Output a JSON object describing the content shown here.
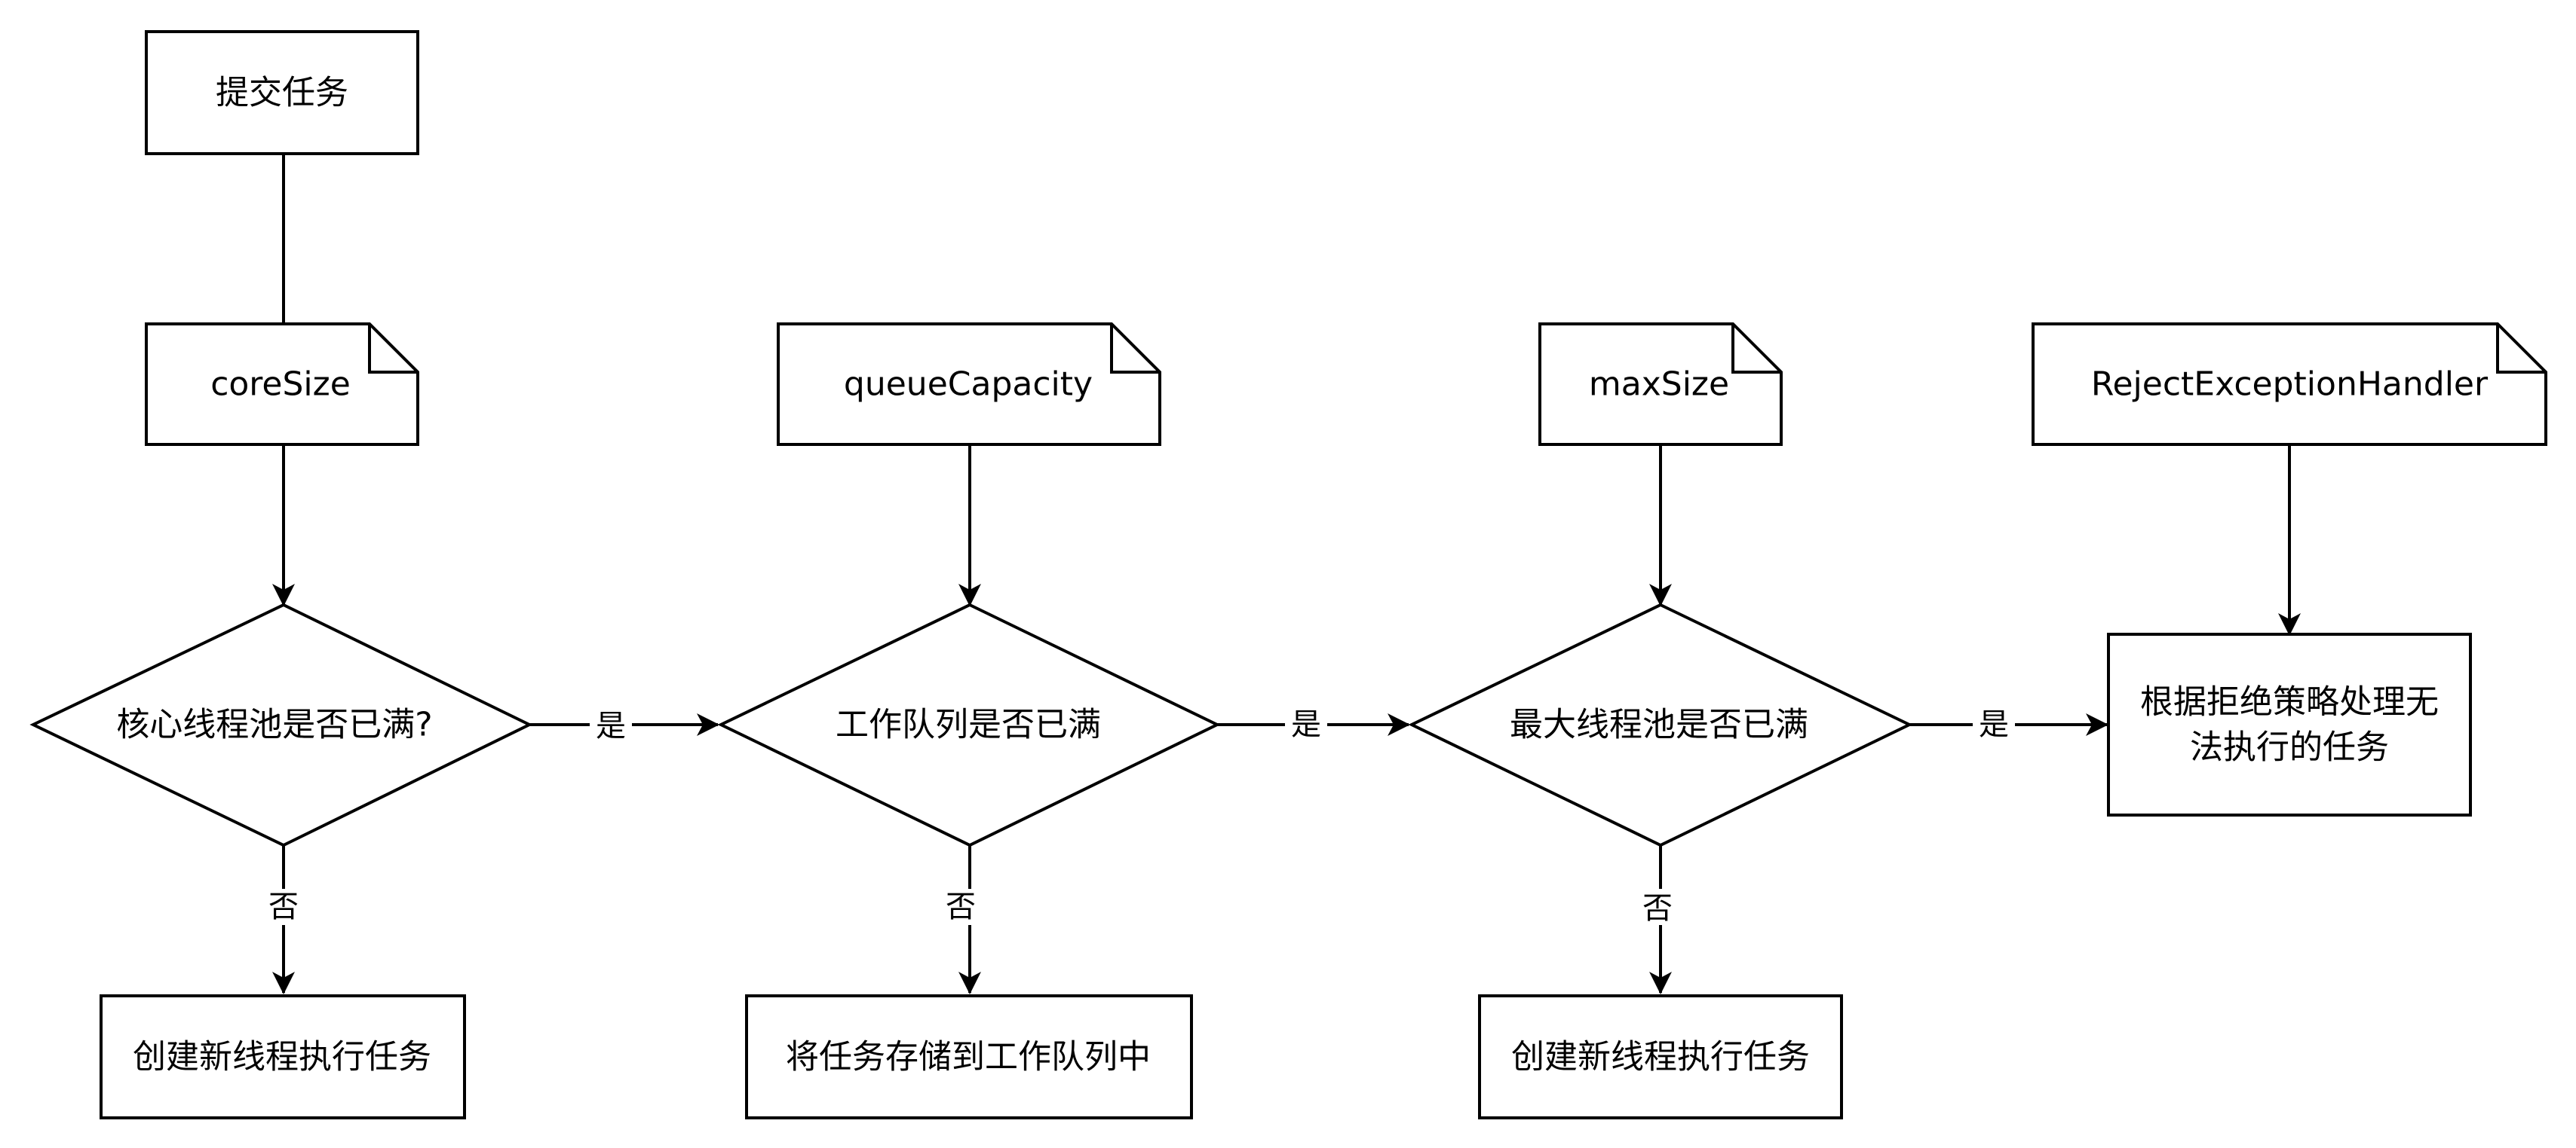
{
  "nodes": {
    "submit": {
      "label": "提交任务"
    },
    "core_size": {
      "label": "coreSize"
    },
    "queue_capacity": {
      "label": "queueCapacity"
    },
    "max_size": {
      "label": "maxSize"
    },
    "reject_handler": {
      "label": "RejectExceptionHandler"
    },
    "core_full": {
      "label": "核心线程池是否已满?"
    },
    "queue_full": {
      "label": "工作队列是否已满"
    },
    "max_full": {
      "label": "最大线程池是否已满"
    },
    "create_thread_1": {
      "label": "创建新线程执行任务"
    },
    "store_queue": {
      "label": "将任务存储到工作队列中"
    },
    "create_thread_2": {
      "label": "创建新线程执行任务"
    },
    "reject_process": {
      "label_line1": "根据拒绝策略处理无",
      "label_line2": "法执行的任务"
    }
  },
  "edges": {
    "core_yes": "是",
    "queue_yes": "是",
    "max_yes": "是",
    "core_no": "否",
    "queue_no": "否",
    "max_no": "否"
  }
}
